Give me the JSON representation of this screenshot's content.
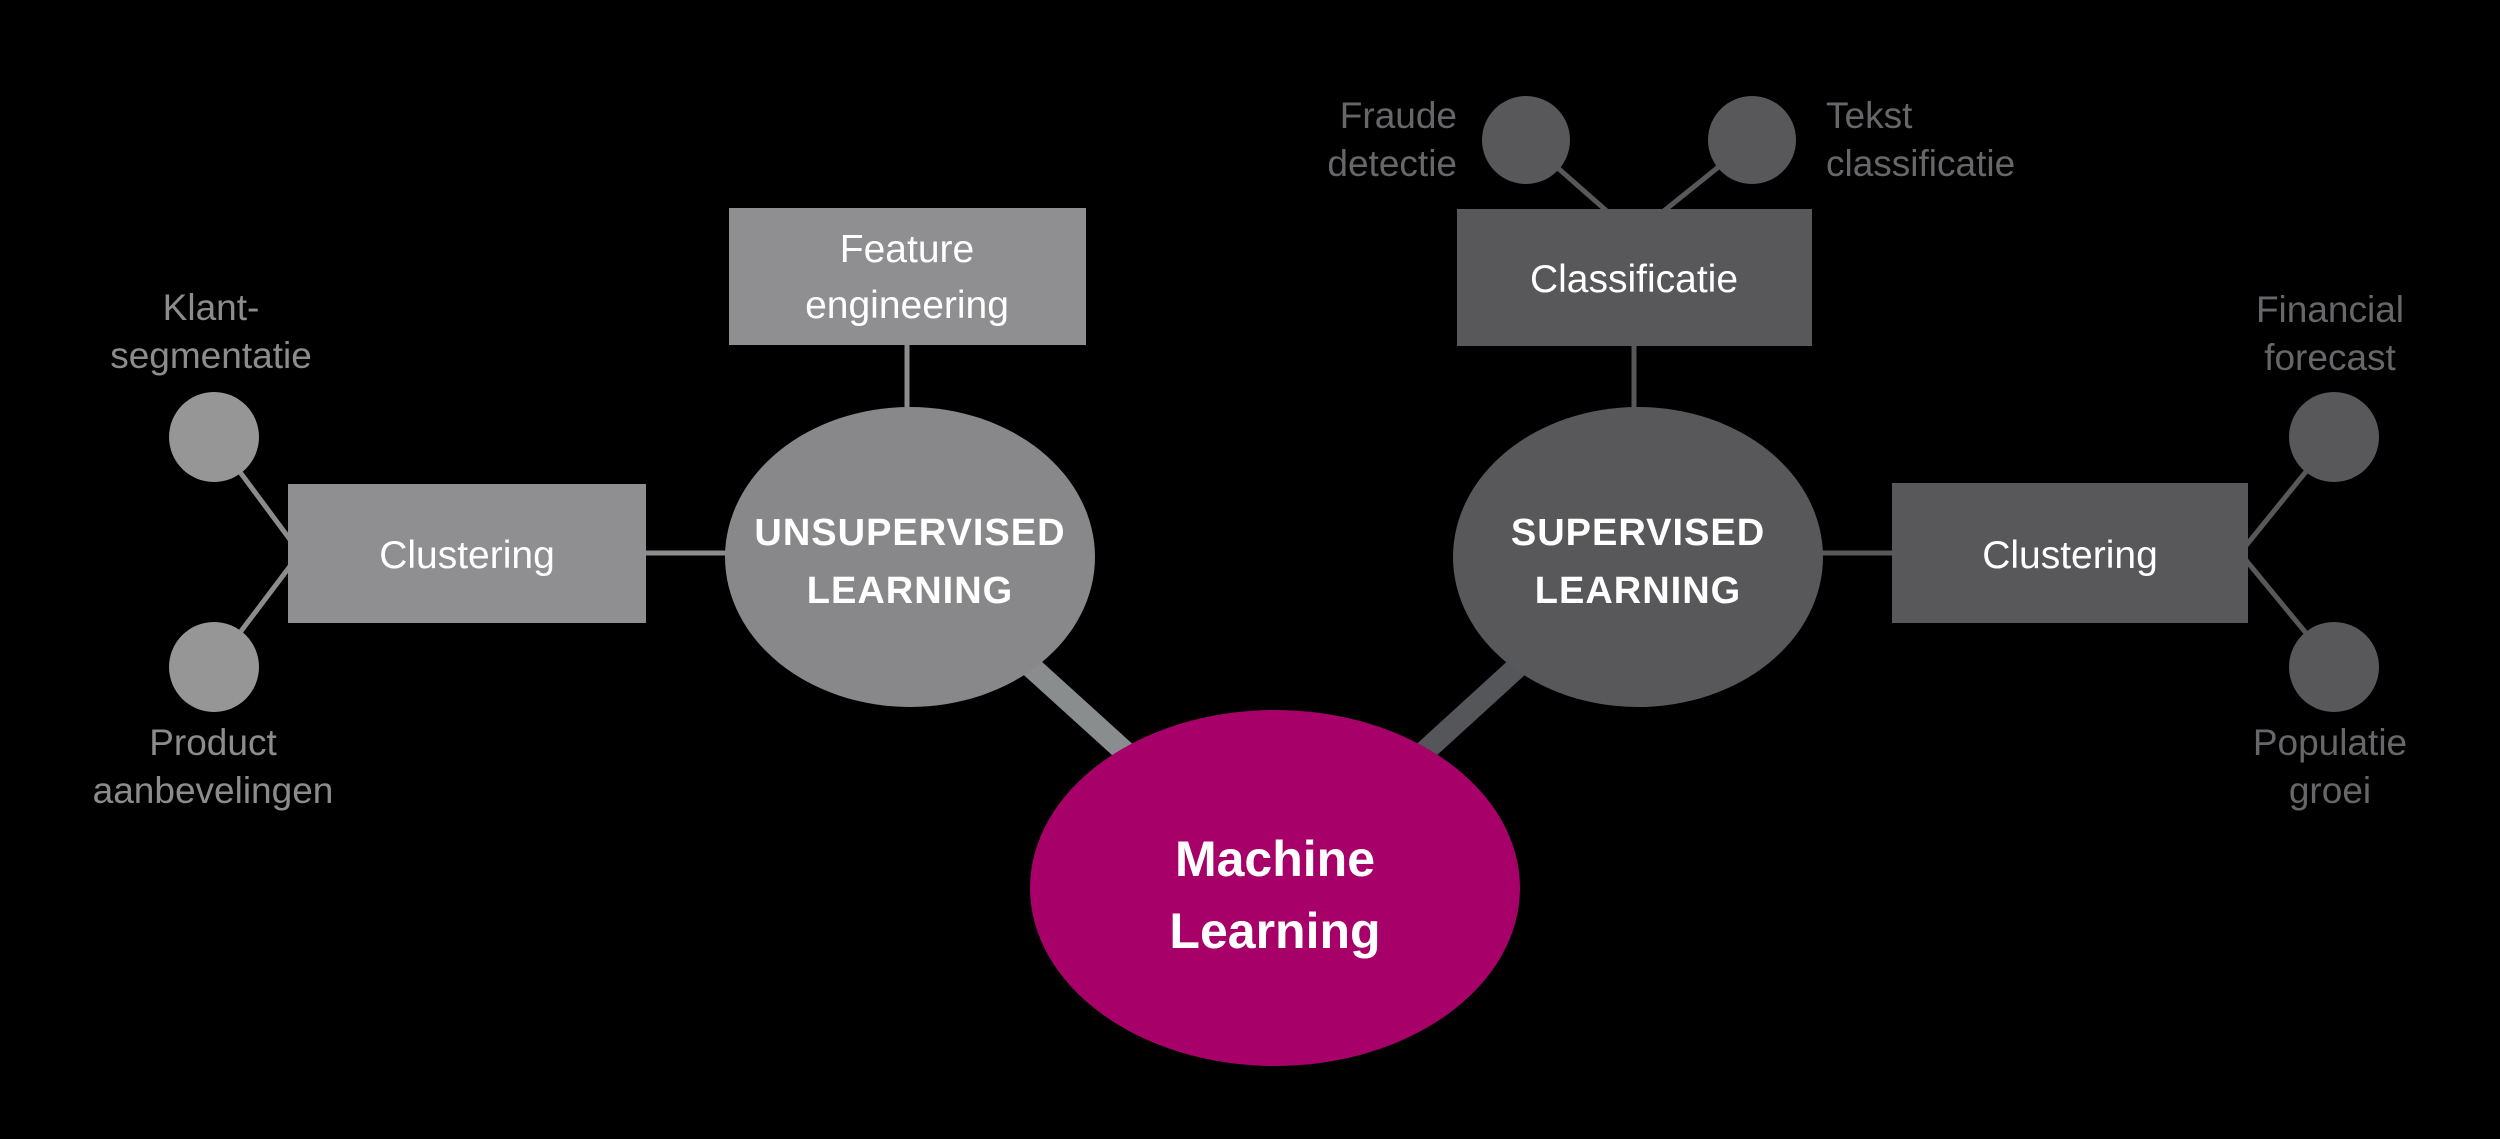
{
  "colors": {
    "background": "#000000",
    "magenta_accent": "#A80069",
    "light_gray_branch": "#8C8C8E",
    "dark_gray_branch": "#58585A",
    "label_light_gray": "#8C8C8C",
    "label_dark_gray": "#67676A",
    "node_text": "#FFFFFF"
  },
  "center": {
    "line1": "Machine",
    "line2": "Learning"
  },
  "unsupervised": {
    "node": {
      "line1": "UNSUPERVISED",
      "line2": "LEARNING"
    },
    "feature_engineering_box": {
      "line1": "Feature",
      "line2": "engineering"
    },
    "clustering_box": {
      "label": "Clustering"
    },
    "klant_segmentatie": {
      "line1": "Klant-",
      "line2": "segmentatie"
    },
    "product_aanbevelingen": {
      "line1": "Product",
      "line2": "aanbevelingen"
    }
  },
  "supervised": {
    "node": {
      "line1": "SUPERVISED",
      "line2": "LEARNING"
    },
    "classificatie_box": {
      "label": "Classificatie"
    },
    "clustering_box": {
      "label": "Clustering"
    },
    "fraude_detectie": {
      "line1": "Fraude",
      "line2": "detectie"
    },
    "tekst_classificatie": {
      "line1": "Tekst",
      "line2": "classificatie"
    },
    "financial_forecast": {
      "line1": "Financial",
      "line2": "forecast"
    },
    "populatie_groei": {
      "line1": "Populatie",
      "line2": "groei"
    }
  }
}
